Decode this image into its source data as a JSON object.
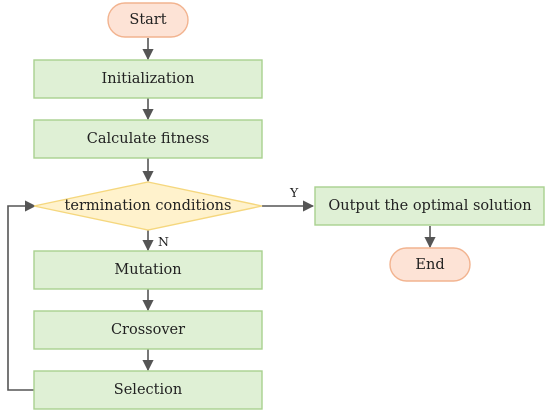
{
  "nodes": {
    "start": {
      "label": "Start",
      "shape": "terminal"
    },
    "initialization": {
      "label": "Initialization",
      "shape": "process"
    },
    "calculate_fitness": {
      "label": "Calculate fitness",
      "shape": "process"
    },
    "termination_conditions": {
      "label": "termination conditions",
      "shape": "decision"
    },
    "output_optimal_solution": {
      "label": "Output the optimal solution",
      "shape": "process"
    },
    "end": {
      "label": "End",
      "shape": "terminal"
    },
    "mutation": {
      "label": "Mutation",
      "shape": "process"
    },
    "crossover": {
      "label": "Crossover",
      "shape": "process"
    },
    "selection": {
      "label": "Selection",
      "shape": "process"
    }
  },
  "edges": [
    {
      "from": "start",
      "to": "initialization",
      "label": ""
    },
    {
      "from": "initialization",
      "to": "calculate_fitness",
      "label": ""
    },
    {
      "from": "calculate_fitness",
      "to": "termination_conditions",
      "label": ""
    },
    {
      "from": "termination_conditions",
      "to": "output_optimal_solution",
      "label": "Y"
    },
    {
      "from": "termination_conditions",
      "to": "mutation",
      "label": "N"
    },
    {
      "from": "output_optimal_solution",
      "to": "end",
      "label": ""
    },
    {
      "from": "mutation",
      "to": "crossover",
      "label": ""
    },
    {
      "from": "crossover",
      "to": "selection",
      "label": ""
    },
    {
      "from": "selection",
      "to": "termination_conditions",
      "label": ""
    }
  ],
  "colors": {
    "terminal_fill": "#fde3d6",
    "terminal_stroke": "#f2b38f",
    "process_fill": "#dff0d5",
    "process_stroke": "#a9d18e",
    "decision_fill": "#fff2cc",
    "decision_stroke": "#f5d77e",
    "arrow": "#555555",
    "text": "#222222"
  }
}
